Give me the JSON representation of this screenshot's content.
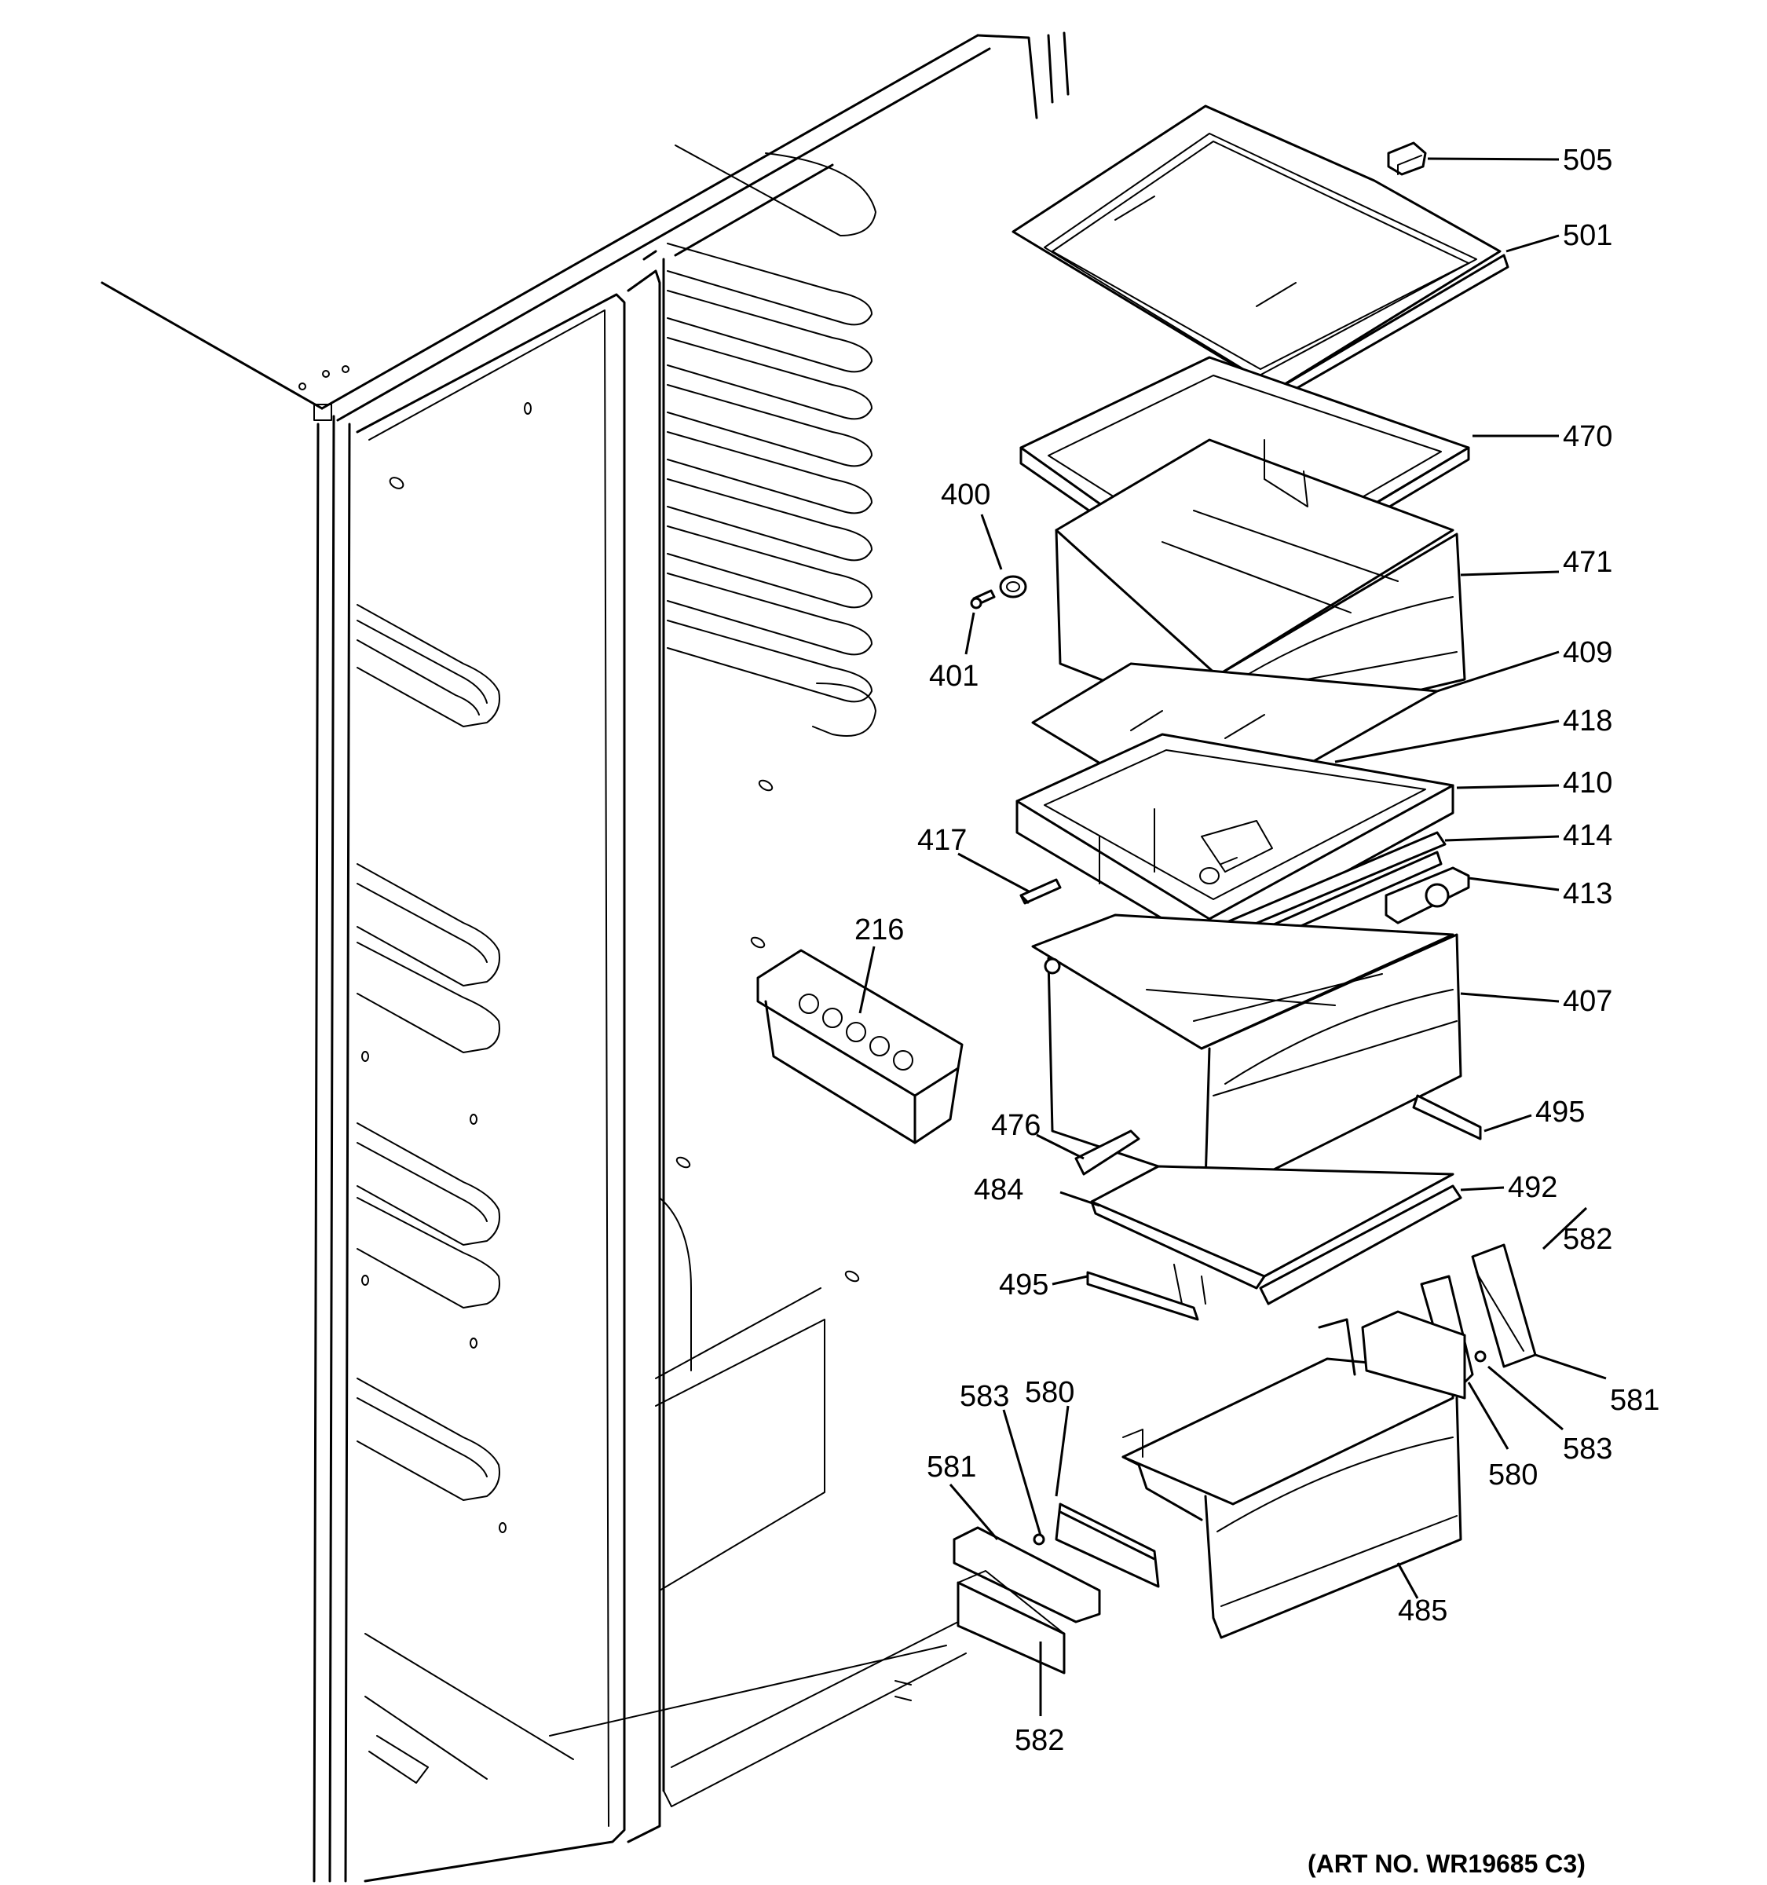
{
  "art_number": "(ART NO. WR19685 C3)",
  "callouts": [
    {
      "id": "505",
      "label": "505"
    },
    {
      "id": "501",
      "label": "501"
    },
    {
      "id": "470",
      "label": "470"
    },
    {
      "id": "471",
      "label": "471"
    },
    {
      "id": "409",
      "label": "409"
    },
    {
      "id": "418",
      "label": "418"
    },
    {
      "id": "410",
      "label": "410"
    },
    {
      "id": "414",
      "label": "414"
    },
    {
      "id": "413",
      "label": "413"
    },
    {
      "id": "407",
      "label": "407"
    },
    {
      "id": "495a",
      "label": "495"
    },
    {
      "id": "492",
      "label": "492"
    },
    {
      "id": "476",
      "label": "476"
    },
    {
      "id": "484",
      "label": "484"
    },
    {
      "id": "495b",
      "label": "495"
    },
    {
      "id": "582a",
      "label": "582"
    },
    {
      "id": "581a",
      "label": "581"
    },
    {
      "id": "583a",
      "label": "583"
    },
    {
      "id": "580a",
      "label": "580"
    },
    {
      "id": "580b",
      "label": "580"
    },
    {
      "id": "583b",
      "label": "583"
    },
    {
      "id": "581b",
      "label": "581"
    },
    {
      "id": "485",
      "label": "485"
    },
    {
      "id": "582b",
      "label": "582"
    },
    {
      "id": "400",
      "label": "400"
    },
    {
      "id": "401",
      "label": "401"
    },
    {
      "id": "417",
      "label": "417"
    },
    {
      "id": "216",
      "label": "216"
    }
  ]
}
